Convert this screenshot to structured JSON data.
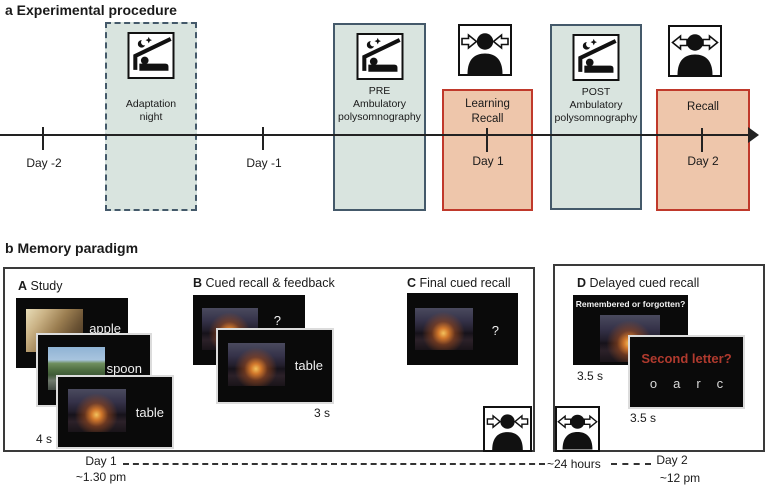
{
  "colors": {
    "psg_box_fill": "#d9e4df",
    "psg_box_border": "#44596a",
    "recall_box_fill": "#eec6ab",
    "recall_box_border": "#c0392b",
    "prompt_red": "#b03a2e",
    "card_black": "#0a0a0a"
  },
  "icons": {
    "sleep": "sleep-house-icon",
    "encoding": "arrows-toward-head-person-icon",
    "retrieval": "arrows-away-from-head-person-icon"
  },
  "panel_a": {
    "title": "a Experimental procedure",
    "adaptation": {
      "line1": "Adaptation",
      "line2": "night"
    },
    "pre": {
      "line1": "PRE",
      "line2": "Ambulatory",
      "line3": "polysomnography"
    },
    "learning": {
      "line1": "Learning",
      "line2": "Recall"
    },
    "post": {
      "line1": "POST",
      "line2": "Ambulatory",
      "line3": "polysomnography"
    },
    "recall": {
      "line1": "Recall"
    },
    "timeline": {
      "day_minus_2": "Day -2",
      "day_minus_1": "Day -1",
      "day_1": "Day 1",
      "day_2": "Day 2"
    }
  },
  "panel_b": {
    "title": "b Memory paradigm",
    "study": {
      "letter": "A",
      "label": "Study",
      "words": [
        "apple",
        "spoon",
        "table"
      ],
      "duration": "4 s"
    },
    "cued_recall": {
      "letter": "B",
      "label": "Cued recall & feedback",
      "cue": "?",
      "feedback_word": "table",
      "duration": "3 s"
    },
    "final_recall": {
      "letter": "C",
      "label": "Final cued recall",
      "cue": "?"
    },
    "delayed_recall": {
      "letter": "D",
      "label": "Delayed cued recall",
      "prompt_1": "Remembered or forgotten?",
      "duration_1": "3.5 s",
      "prompt_2": "Second letter?",
      "options": [
        "o",
        "a",
        "r",
        "c"
      ],
      "duration_2": "3.5 s"
    },
    "footer": {
      "day_1": "Day 1",
      "time_1": "~1.30 pm",
      "interval": "~24 hours",
      "day_2": "Day 2",
      "time_2": "~12 pm"
    }
  }
}
